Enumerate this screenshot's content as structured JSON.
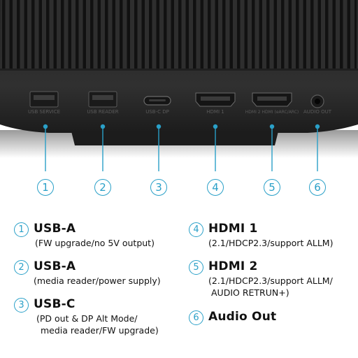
{
  "device": {
    "port_labels": [
      {
        "number": "1",
        "print": "USB SERVICE"
      },
      {
        "number": "2",
        "print": "USB READER"
      },
      {
        "number": "3",
        "print": "USB-C DP"
      },
      {
        "number": "4",
        "print": "HDMI 1"
      },
      {
        "number": "5",
        "print": "HDMI 2 HDMI (eARC/ARC)"
      },
      {
        "number": "6",
        "print": "AUDIO OUT"
      }
    ],
    "colors": {
      "body": "#2b2b2b",
      "accent": "#2aa0c8"
    }
  },
  "legend": [
    {
      "number": "1",
      "title": "USB-A",
      "desc": [
        "(FW upgrade/no 5V output)"
      ]
    },
    {
      "number": "2",
      "title": "USB-A",
      "desc": [
        "(media reader/power supply)"
      ]
    },
    {
      "number": "3",
      "title": "USB-C",
      "desc": [
        "(PD out & DP Alt Mode/",
        "media reader/FW upgrade)"
      ]
    },
    {
      "number": "4",
      "title": "HDMI 1",
      "desc": [
        "(2.1/HDCP2.3/support ALLM)"
      ]
    },
    {
      "number": "5",
      "title": "HDMI 2",
      "desc": [
        "(2.1/HDCP2.3/support ALLM/",
        "AUDIO RETRUN+)"
      ]
    },
    {
      "number": "6",
      "title": "Audio Out",
      "desc": []
    }
  ]
}
